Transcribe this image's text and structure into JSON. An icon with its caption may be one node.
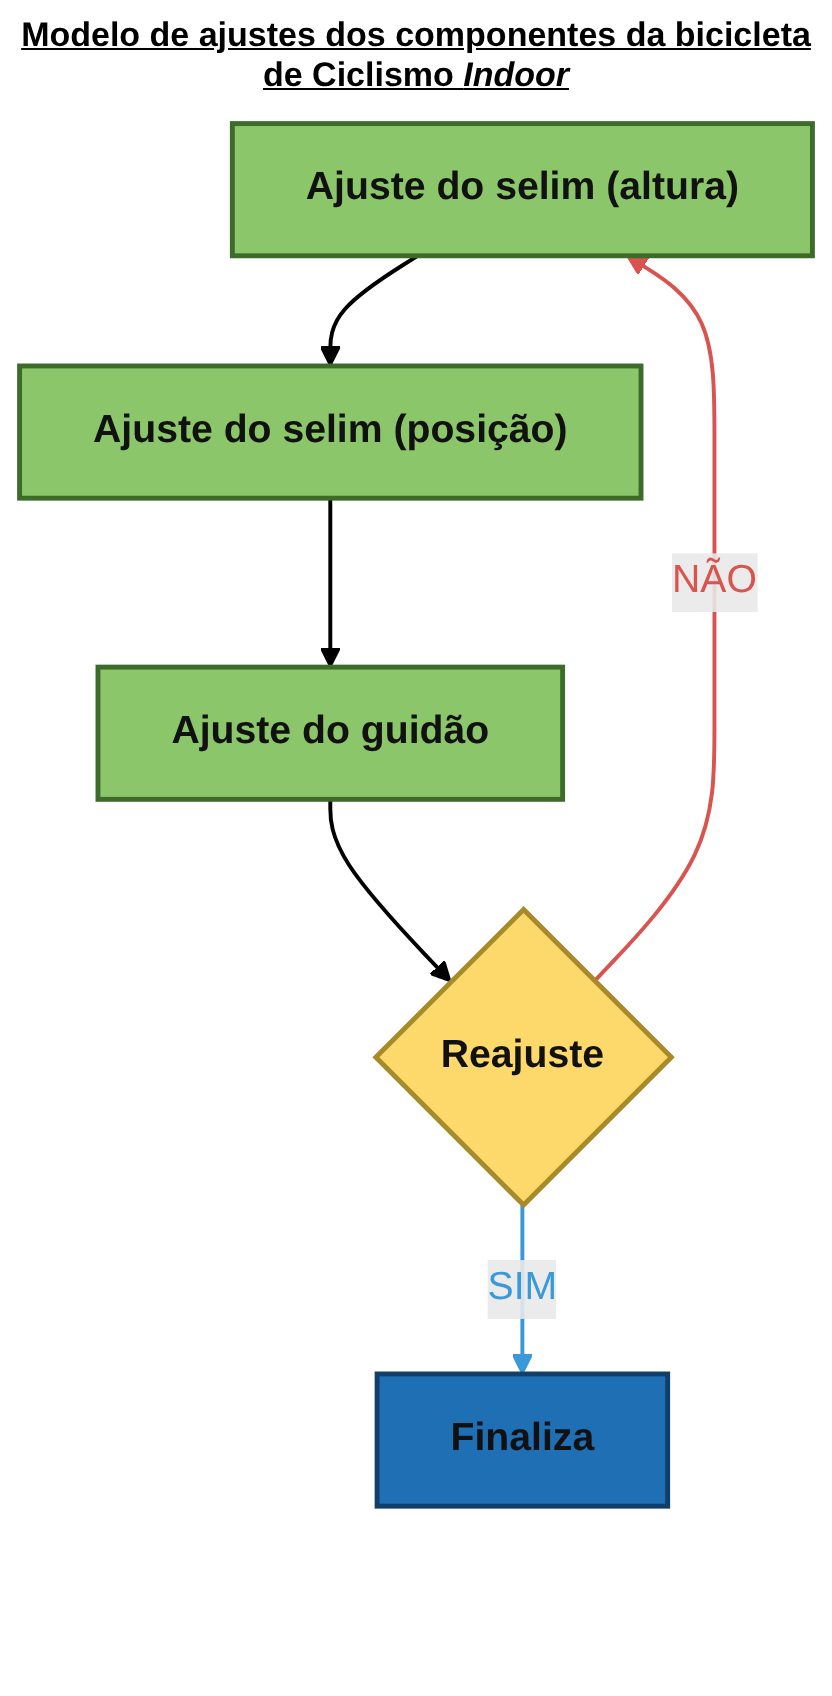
{
  "diagram": {
    "title": "Modelo de ajustes dos componentes da bicicleta de Ciclismo *Indoor*",
    "nodes": [
      {
        "text": [
          "Ajuste do selim (altura)"
        ]
      },
      {
        "text": [
          "Ajuste do selim (posição)"
        ]
      },
      {
        "text": [
          "Ajuste do guidão"
        ]
      },
      {
        "text": [
          "Reajuste"
        ]
      },
      {
        "text": [
          "Finaliza"
        ]
      }
    ],
    "edges": [
      {
        "from": 0,
        "to": 1,
        "arrow": "to"
      },
      {
        "from": 1,
        "to": 2,
        "arrow": "to"
      },
      {
        "from": 2,
        "to": 3,
        "arrow": "to"
      },
      {
        "from": 3,
        "to": 0,
        "arrow": "to",
        "label": "NÃO",
        "color": "#d9534f"
      },
      {
        "from": 3,
        "to": 4,
        "arrow": "to",
        "label": "SIM",
        "color": "#3a9ad9"
      }
    ]
  }
}
